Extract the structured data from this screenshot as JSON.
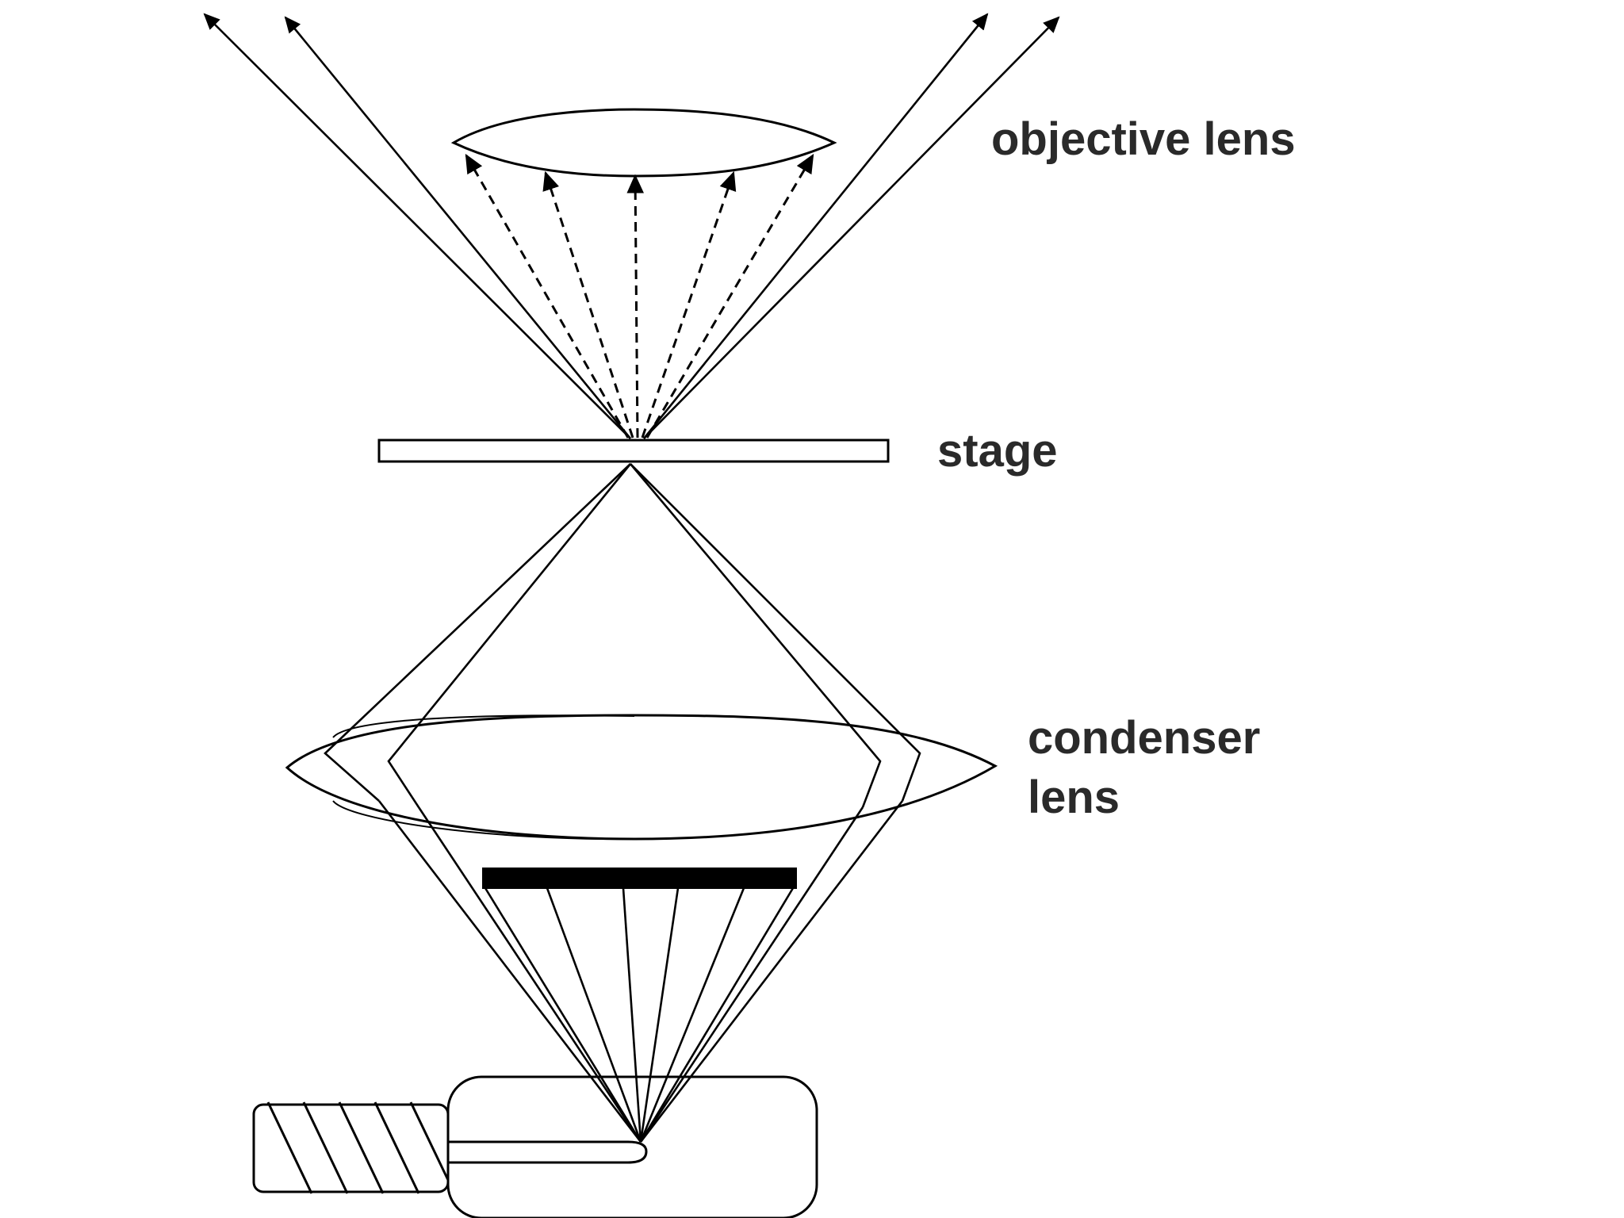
{
  "labels": {
    "objective": "objective lens",
    "stage": "stage",
    "condenser_line1": "condenser",
    "condenser_line2": "lens"
  }
}
